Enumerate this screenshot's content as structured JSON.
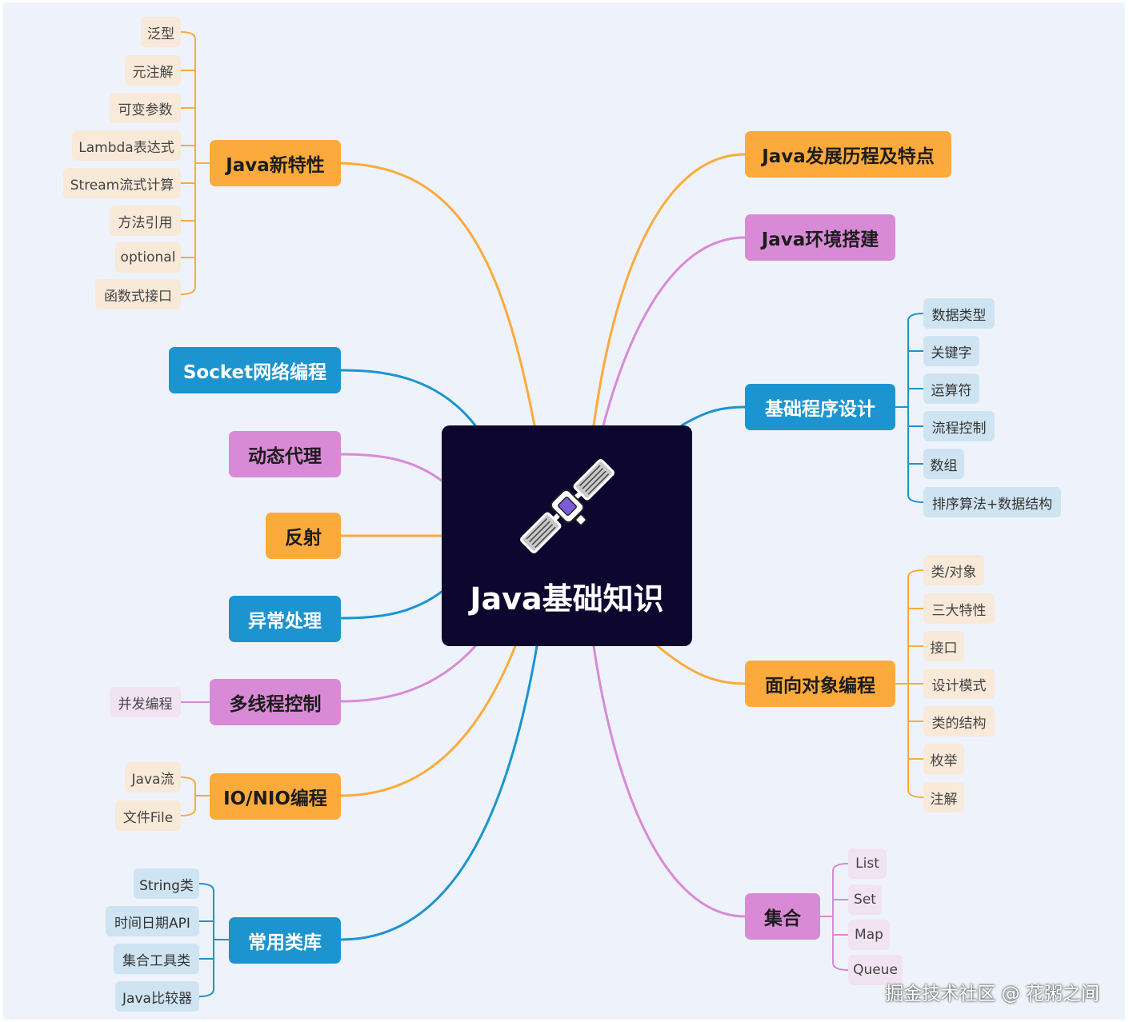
{
  "center": {
    "title": "Java基础知识",
    "icon": "satellite-icon"
  },
  "colors": {
    "orange": "#fdaa3c",
    "pink": "#d98ad6",
    "blue": "#1b94d0",
    "center_bg": "#0d0730",
    "canvas_bg": "#eef3fb"
  },
  "branches": {
    "java_new_features": {
      "label": "Java新特性",
      "children": [
        "泛型",
        "元注解",
        "可变参数",
        "Lambda表达式",
        "Stream流式计算",
        "方法引用",
        "optional",
        "函数式接口"
      ]
    },
    "socket": {
      "label": "Socket网络编程"
    },
    "dynamic_proxy": {
      "label": "动态代理"
    },
    "reflection": {
      "label": "反射"
    },
    "exception": {
      "label": "异常处理"
    },
    "multithread": {
      "label": "多线程控制",
      "children": [
        "并发编程"
      ]
    },
    "io_nio": {
      "label": "IO/NIO编程",
      "children": [
        "Java流",
        "文件File"
      ]
    },
    "common_libs": {
      "label": "常用类库",
      "children": [
        "String类",
        "时间日期API",
        "集合工具类",
        "Java比较器"
      ]
    },
    "history": {
      "label": "Java发展历程及特点"
    },
    "env_setup": {
      "label": "Java环境搭建"
    },
    "basic_programming": {
      "label": "基础程序设计",
      "children": [
        "数据类型",
        "关键字",
        "运算符",
        "流程控制",
        "数组",
        "排序算法+数据结构"
      ]
    },
    "oop": {
      "label": "面向对象编程",
      "children": [
        "类/对象",
        "三大特性",
        "接口",
        "设计模式",
        "类的结构",
        "枚举",
        "注解"
      ]
    },
    "collections": {
      "label": "集合",
      "children": [
        "List",
        "Set",
        "Map",
        "Queue"
      ]
    }
  },
  "watermark": "掘金技术社区 @ 花粥之间"
}
